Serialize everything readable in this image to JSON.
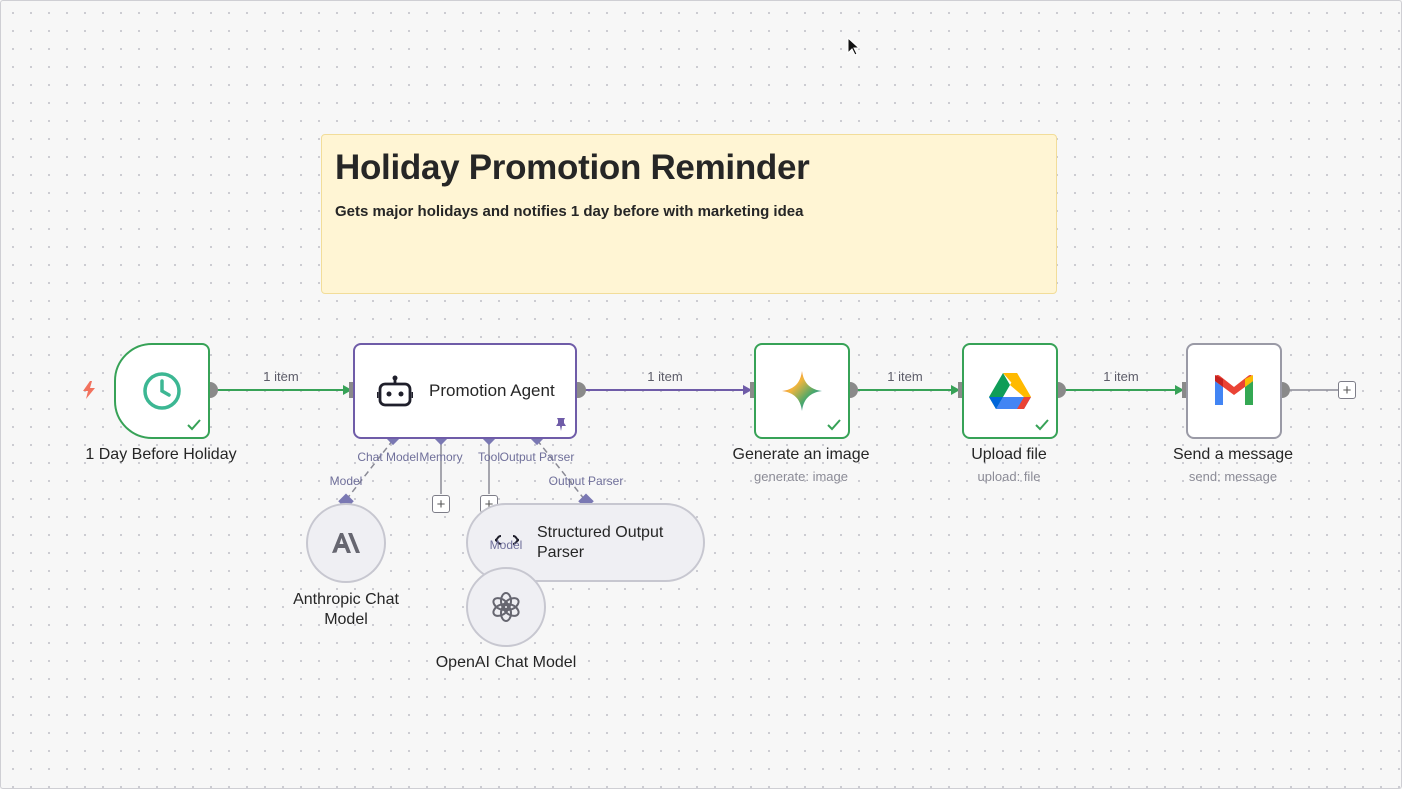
{
  "sticky_note": {
    "title": "Holiday Promotion Reminder",
    "description": "Gets major holidays and notifies 1 day before with marketing idea"
  },
  "nodes": {
    "trigger": {
      "name": "1 Day Before Holiday",
      "icon": "clock-icon",
      "status": "success"
    },
    "agent": {
      "name": "Promotion Agent",
      "icon": "robot-icon",
      "pinned": true
    },
    "generate_image": {
      "name": "Generate an image",
      "subtitle": "generate: image",
      "icon": "gemini-icon",
      "status": "success"
    },
    "upload_file": {
      "name": "Upload file",
      "subtitle": "upload: file",
      "icon": "google-drive-icon",
      "status": "success"
    },
    "send_message": {
      "name": "Send a message",
      "subtitle": "send: message",
      "icon": "gmail-icon"
    },
    "anthropic": {
      "name": "Anthropic Chat Model",
      "icon": "anthropic-icon"
    },
    "parser": {
      "name": "Structured Output Parser",
      "icon": "braces-icon"
    },
    "openai": {
      "name": "OpenAI Chat Model",
      "icon": "openai-icon"
    }
  },
  "connections": {
    "trigger_to_agent": "1 item",
    "agent_to_image": "1 item",
    "image_to_upload": "1 item",
    "upload_to_send": "1 item"
  },
  "agent_ports": {
    "chat_model": "Chat Model",
    "memory": "Memory",
    "tool": "Tool",
    "output_parser": "Output Parser"
  },
  "sub_ports": {
    "anthropic_model": "Model",
    "parser_output": "Output Parser",
    "parser_model": "Model"
  },
  "colors": {
    "success": "#37a257",
    "agent": "#6f5ca8",
    "trigger_bolt": "#f2725e",
    "sticky": "#fff5d4"
  }
}
